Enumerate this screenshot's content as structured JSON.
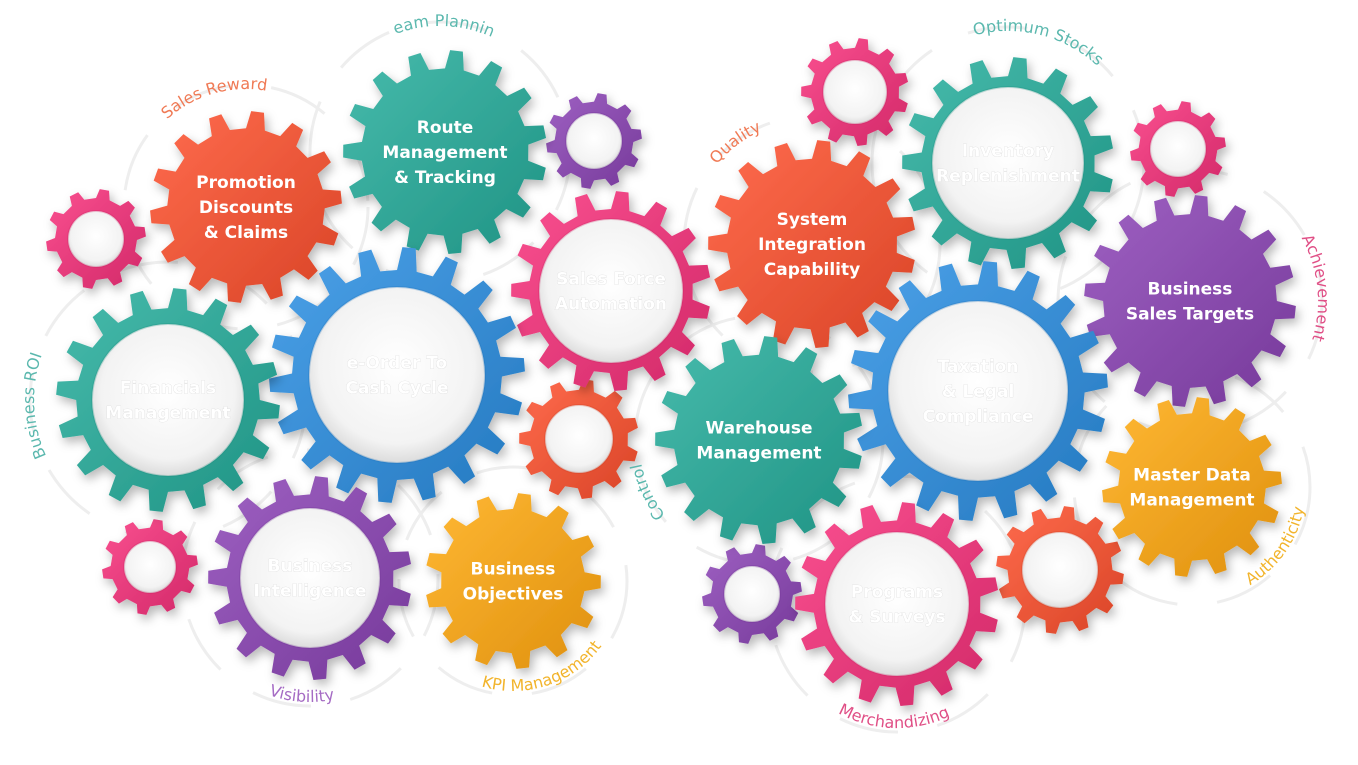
{
  "gears": [
    {
      "id": "promotion",
      "lines": [
        "Promotion",
        "Discounts",
        "& Claims"
      ],
      "color": "#ef5a3c",
      "ring": false
    },
    {
      "id": "route",
      "lines": [
        "Route",
        "Management",
        "& Tracking"
      ],
      "color": "#35a99a",
      "ring": false
    },
    {
      "id": "sales-force",
      "lines": [
        "Sales Force",
        "Automation"
      ],
      "color": "#e83e7e",
      "ring": true
    },
    {
      "id": "e-order",
      "lines": [
        "e-Order To",
        "Cash Cycle"
      ],
      "color": "#3a8fd6",
      "ring": true
    },
    {
      "id": "financials",
      "lines": [
        "Financials",
        "Management"
      ],
      "color": "#35a99a",
      "ring": true
    },
    {
      "id": "business-intelligence",
      "lines": [
        "Business",
        "Intelligence"
      ],
      "color": "#8c4fb0",
      "ring": true
    },
    {
      "id": "business-objectives",
      "lines": [
        "Business",
        "Objectives"
      ],
      "color": "#f5a623",
      "ring": false
    },
    {
      "id": "system-integration",
      "lines": [
        "System",
        "Integration",
        "Capability"
      ],
      "color": "#ef5a3c",
      "ring": false
    },
    {
      "id": "inventory",
      "lines": [
        "Inventory",
        "Replenishment"
      ],
      "color": "#35a99a",
      "ring": true
    },
    {
      "id": "business-sales-targets",
      "lines": [
        "Business",
        "Sales Targets"
      ],
      "color": "#8c4fb0",
      "ring": false
    },
    {
      "id": "taxation",
      "lines": [
        "Taxation",
        "& Legal",
        "Compliance"
      ],
      "color": "#3a8fd6",
      "ring": true
    },
    {
      "id": "warehouse",
      "lines": [
        "Warehouse",
        "Management"
      ],
      "color": "#35a99a",
      "ring": false
    },
    {
      "id": "master-data",
      "lines": [
        "Master Data",
        "Management"
      ],
      "color": "#f5a623",
      "ring": false
    },
    {
      "id": "programs",
      "lines": [
        "Programs",
        "& Surveys"
      ],
      "color": "#e83e7e",
      "ring": true
    }
  ],
  "small_gears": [
    {
      "id": "pink-left",
      "color": "#e83e7e"
    },
    {
      "id": "purple-top",
      "color": "#8c4fb0"
    },
    {
      "id": "red-mid",
      "color": "#ef5a3c"
    },
    {
      "id": "pink-bottom-left",
      "color": "#e83e7e"
    },
    {
      "id": "pink-top-right",
      "color": "#e83e7e"
    },
    {
      "id": "pink-right",
      "color": "#e83e7e"
    },
    {
      "id": "purple-bottom",
      "color": "#8c4fb0"
    },
    {
      "id": "red-bottom-right",
      "color": "#ef5a3c"
    }
  ],
  "labels": [
    {
      "id": "team-planning",
      "text": "Team Planning",
      "color": "#5bb8ae"
    },
    {
      "id": "sales-rewards",
      "text": "Sales Rewards",
      "color": "#f07a55"
    },
    {
      "id": "optimum-stocks",
      "text": "Optimum Stocks",
      "color": "#5bb8ae"
    },
    {
      "id": "quality",
      "text": "Quality",
      "color": "#f07a55"
    },
    {
      "id": "achievement",
      "text": "Achievement",
      "color": "#e04f86"
    },
    {
      "id": "business-roi",
      "text": "Business ROI",
      "color": "#5bb8ae"
    },
    {
      "id": "control",
      "text": "Control",
      "color": "#5bb8ae"
    },
    {
      "id": "authenticity",
      "text": "Authenticity",
      "color": "#f2b42c"
    },
    {
      "id": "visibility",
      "text": "Visibility",
      "color": "#a56bc4"
    },
    {
      "id": "kpi-management",
      "text": "KPI Management",
      "color": "#f2b42c"
    },
    {
      "id": "merchandizing",
      "text": "Merchandizing",
      "color": "#e04f86"
    }
  ]
}
